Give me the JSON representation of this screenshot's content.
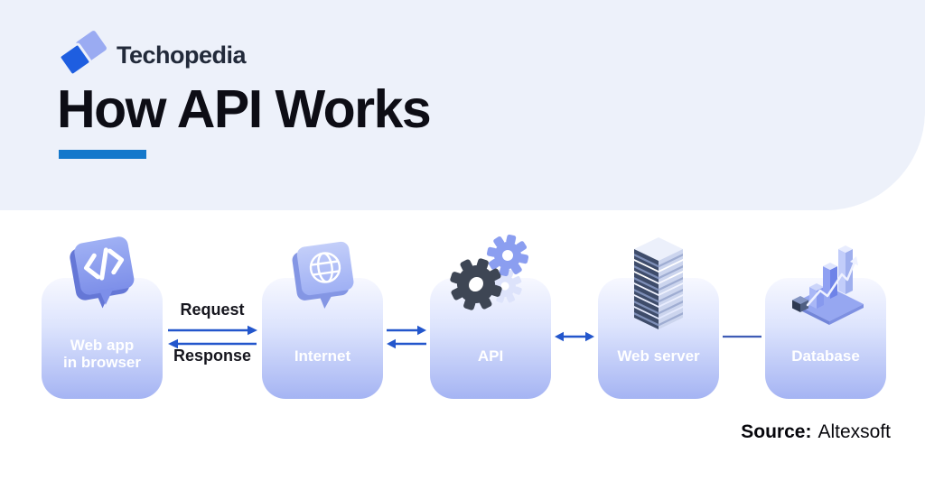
{
  "brand": {
    "name": "Techopedia"
  },
  "header": {
    "title": "How API Works"
  },
  "flow": {
    "nodes": [
      {
        "id": "web-app",
        "label_lines": [
          "Web app",
          "in browser"
        ],
        "icon": "code-chat-bubble-icon"
      },
      {
        "id": "internet",
        "label_lines": [
          "Internet"
        ],
        "icon": "globe-chat-bubble-icon"
      },
      {
        "id": "api",
        "label_lines": [
          "API"
        ],
        "icon": "gears-icon"
      },
      {
        "id": "web-server",
        "label_lines": [
          "Web server"
        ],
        "icon": "server-stack-icon"
      },
      {
        "id": "database",
        "label_lines": [
          "Database"
        ],
        "icon": "isometric-bar-chart-icon"
      }
    ],
    "edges": [
      {
        "from": "web-app",
        "to": "internet",
        "type": "paired-arrows",
        "labels": {
          "top": "Request",
          "bottom": "Response"
        }
      },
      {
        "from": "internet",
        "to": "api",
        "type": "paired-arrows"
      },
      {
        "from": "api",
        "to": "web-server",
        "type": "double-headed-arrow"
      },
      {
        "from": "web-server",
        "to": "database",
        "type": "plain-line"
      }
    ]
  },
  "footer": {
    "source_label": "Source:",
    "source_value": "Altexsoft"
  },
  "colors": {
    "header_bg": "#edf1fa",
    "title_text": "#0d0d15",
    "title_underline": "#1478cb",
    "node_gradient_top": "#f7f8ff",
    "node_gradient_bottom": "#a5b4f3",
    "node_label_text": "#ffffff",
    "arrow_blue": "#2356cc",
    "connector_line": "#3f5cb5",
    "edge_label_text": "#16161e",
    "logo_dark_blue": "#1e5ee0",
    "logo_light_blue": "#9aabf2"
  }
}
